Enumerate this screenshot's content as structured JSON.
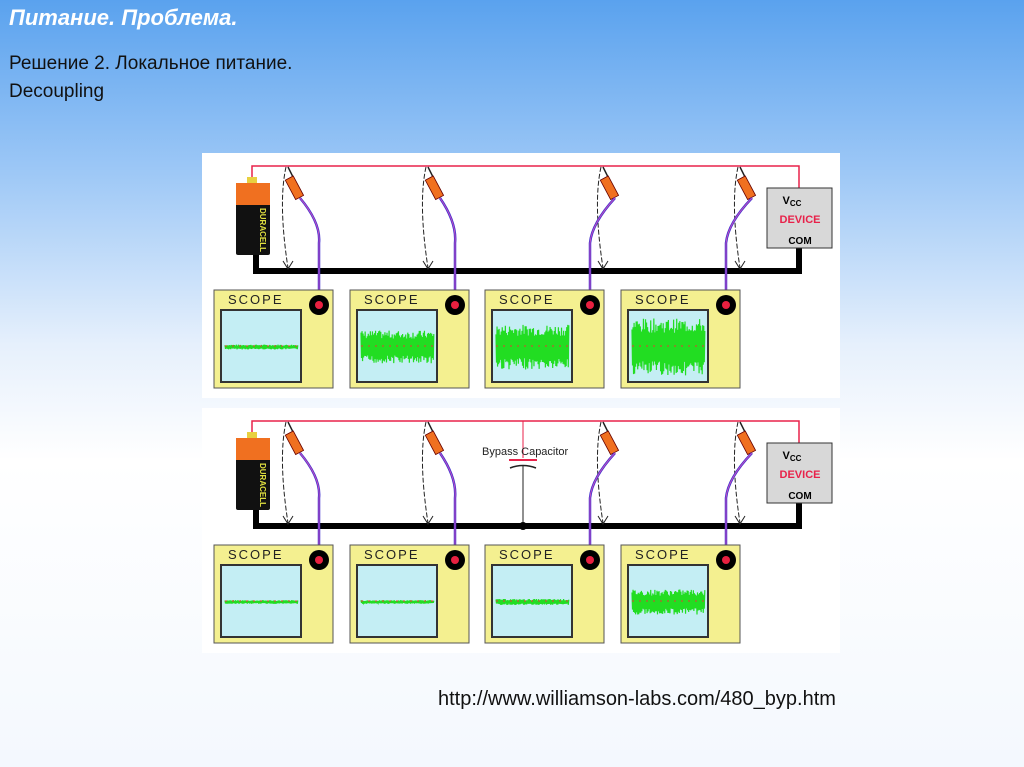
{
  "slide": {
    "title": "Питание. Проблема.",
    "subtitle_line1": "Решение 2. Локальное питание.",
    "subtitle_line2": "Decoupling",
    "source_url": "http://www.williamson-labs.com/480_byp.htm"
  },
  "diagram": {
    "scope_label": "SCOPE",
    "device": {
      "vcc": "V",
      "vcc_sub": "CC",
      "name": "DEVICE",
      "com": "COM"
    },
    "battery_brand": "DURACELL",
    "bypass_label": "Bypass Capacitor",
    "panels": [
      {
        "name": "without-bypass",
        "noise_amplitudes": [
          0.08,
          0.55,
          0.75,
          0.95
        ],
        "has_bypass": false
      },
      {
        "name": "with-bypass",
        "noise_amplitudes": [
          0.06,
          0.06,
          0.1,
          0.42
        ],
        "has_bypass": true
      }
    ],
    "colors": {
      "wire": "#e8224a",
      "ground": "#000000",
      "probe": "#f07020",
      "cable": "#4030d0",
      "scope": "#f4f090",
      "screen": "#c4eef4",
      "noise": "#22dd22",
      "device": "#d8d8d8"
    }
  }
}
